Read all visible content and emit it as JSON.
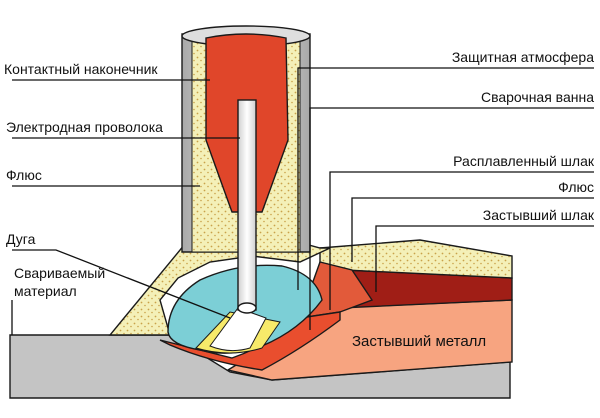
{
  "labels": {
    "contact_tip": "Контактный наконечник",
    "electrode_wire": "Электродная проволока",
    "flux_left": "Флюс",
    "arc": "Дуга",
    "base_material_line1": "Свариваемый",
    "base_material_line2": "материал",
    "shielding_atmosphere": "Защитная атмосфера",
    "weld_pool": "Сварочная ванна",
    "molten_slag": "Расплавленный шлак",
    "flux_right": "Флюс",
    "solid_slag": "Застывший шлак",
    "solid_metal": "Застывший металл"
  },
  "colors": {
    "flux": "#f4f0b8",
    "flux_dots": "#c9a24a",
    "base_metal": "#c4c4c4",
    "tube": "#c9c9c9",
    "contact_tip": "#e0462a",
    "wire": "#f2f2f2",
    "weld_pool": "#e94e2e",
    "shield_atmosphere": "#7ccfd6",
    "arc": "#ffffff",
    "arc_yellow": "#f7ea6a",
    "molten_slag": "#e25a3a",
    "solid_slag": "#a01e16",
    "solid_metal": "#f7a480"
  }
}
